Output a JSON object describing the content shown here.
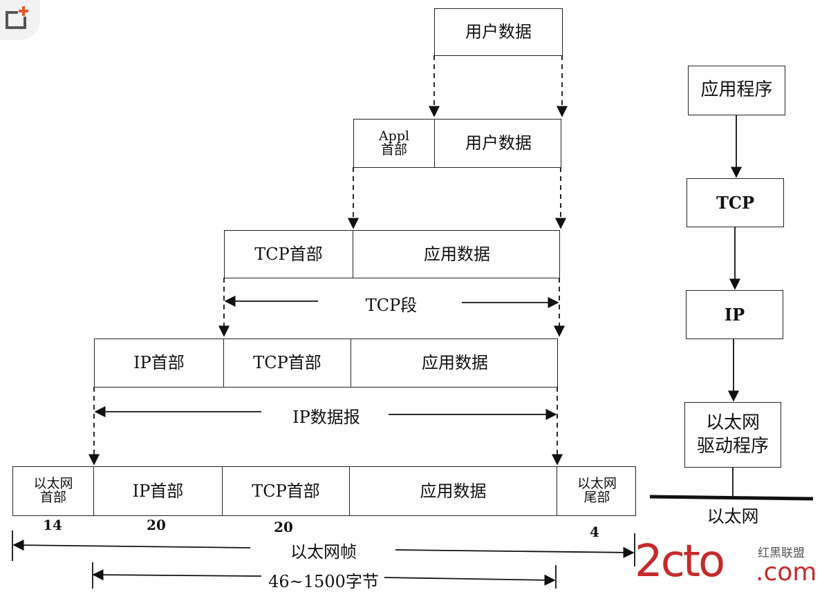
{
  "top": {
    "user_data": "用户数据"
  },
  "appl": {
    "header": "Appl\n首部",
    "user_data": "用户数据"
  },
  "tcp_segment": {
    "header": "TCP首部",
    "app_data": "应用数据",
    "label": "TCP段"
  },
  "ip_datagram": {
    "ip_header": "IP首部",
    "tcp_header": "TCP首部",
    "app_data": "应用数据",
    "label": "IP数据报"
  },
  "ethernet_frame": {
    "eth_header": "以太网\n首部",
    "ip_header": "IP首部",
    "tcp_header": "TCP首部",
    "app_data": "应用数据",
    "eth_trailer": "以太网\n尾部",
    "sizes": {
      "eth_header": "14",
      "ip_header": "20",
      "tcp_header": "20",
      "eth_trailer": "4"
    },
    "frame_label": "以太网帧",
    "payload_label": "46~1500字节"
  },
  "stack": {
    "application": "应用程序",
    "tcp": "TCP",
    "ip": "IP",
    "driver": "以太网\n驱动程序",
    "medium": "以太网"
  },
  "watermark": {
    "main": "2cto",
    "cn": "红黑联盟",
    "com": ".com"
  },
  "icons": [
    "add-window-icon"
  ]
}
